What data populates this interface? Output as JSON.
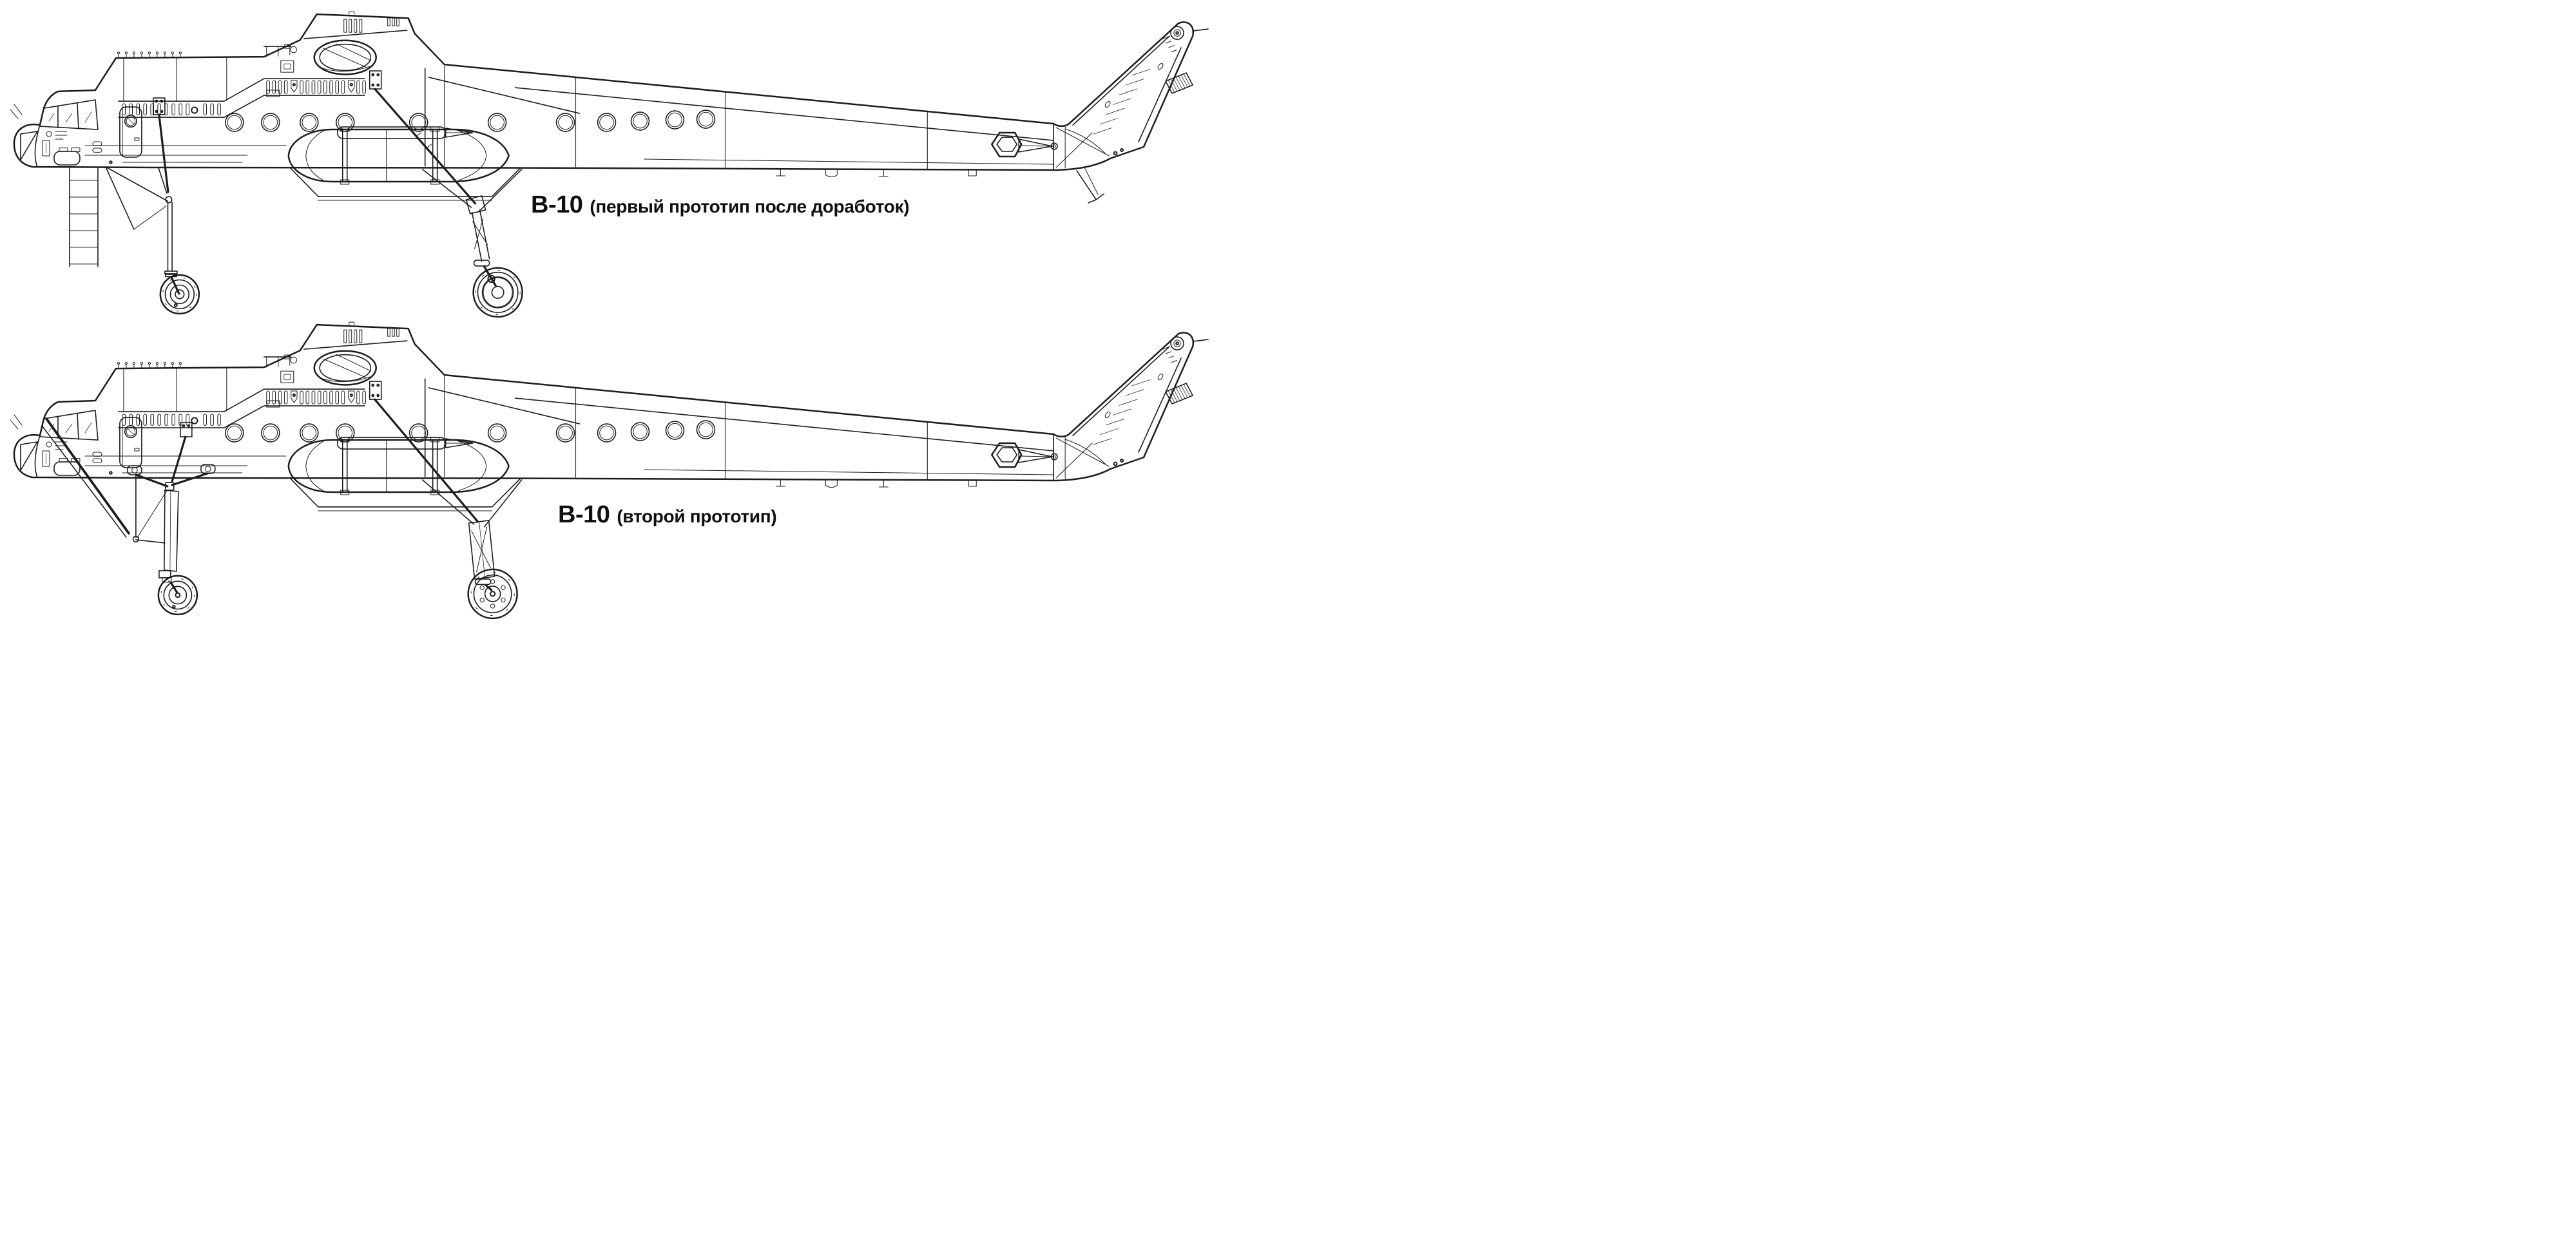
{
  "page": {
    "background_color": "#ffffff",
    "ink_color": "#1c1c1c"
  },
  "figures": [
    {
      "designation": "В-10",
      "variant_note": "(первый прототип после доработок)"
    },
    {
      "designation": "В-10",
      "variant_note": "(второй прототип)"
    }
  ]
}
